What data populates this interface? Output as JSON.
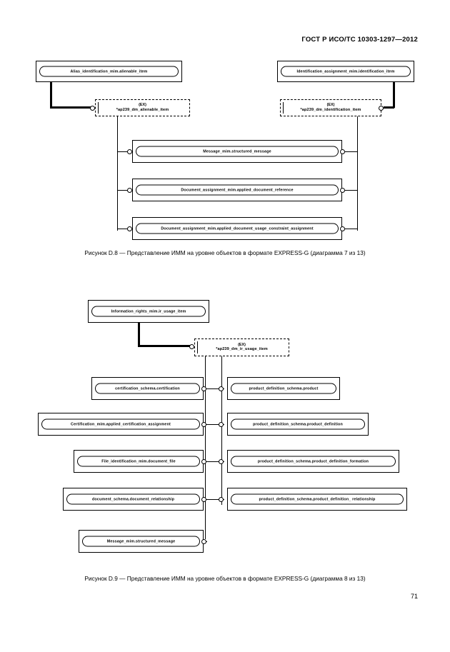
{
  "document": {
    "standard_header": "ГОСТ Р ИСО/ТС 10303-1297—2012",
    "page_number": "71"
  },
  "figure_d8": {
    "caption": "Рисунок  D.8 — Представление ИММ на уровне объектов в формате EXPRESS-G (диаграмма 7 из 13)",
    "entities": [
      {
        "id": "alias-identification",
        "label": "Alias_identification_mim.alienable_item"
      },
      {
        "id": "identification-assignment",
        "label": "Identification_assignment_mim.identification_item"
      },
      {
        "id": "message-structured",
        "label": "Message_mim.structured_message"
      },
      {
        "id": "document-reference",
        "label": "Document_assignment_mim.applied_document_reference"
      },
      {
        "id": "document-usage-constraint",
        "label": "Document_assignment_mim.applied_document_usage_constraint_assignment"
      }
    ],
    "schema_boxes": [
      {
        "id": "ex-alienable",
        "tag": "(EX)",
        "name": "*ap239_dm_alienable_item"
      },
      {
        "id": "ex-identification",
        "tag": "(EX)",
        "name": "*ap239_dm_identification_item"
      }
    ]
  },
  "figure_d9": {
    "caption": "Рисунок  D.9 — Представление ИММ на уровне объектов в формате EXPRESS-G (диаграмма 8 из 13)",
    "entities": [
      {
        "id": "information-rights",
        "label": "Information_rights_mim.ir_usage_item"
      },
      {
        "id": "certification-schema",
        "label": "certification_schema.certification"
      },
      {
        "id": "certification-mim",
        "label": "Certification_mim.applied_certification_assignment"
      },
      {
        "id": "file-identification",
        "label": "File_identification_mim.document_file"
      },
      {
        "id": "document-schema",
        "label": "document_schema.document_relationship"
      },
      {
        "id": "message-structured",
        "label": "Message_mim.structured_message"
      },
      {
        "id": "product",
        "label": "product_definition_schema.product"
      },
      {
        "id": "product-definition",
        "label": "product_definition_schema.product_definition"
      },
      {
        "id": "product-definition-formation",
        "label": "product_definition_schema.product_definition_formation"
      },
      {
        "id": "product-definition-relationship",
        "label": "product_definition_schema.product_definition_ relationship"
      }
    ],
    "schema_boxes": [
      {
        "id": "ex-ir-usage",
        "tag": "(EX)",
        "name": "*ap239_dm_ir_usage_item"
      }
    ]
  }
}
